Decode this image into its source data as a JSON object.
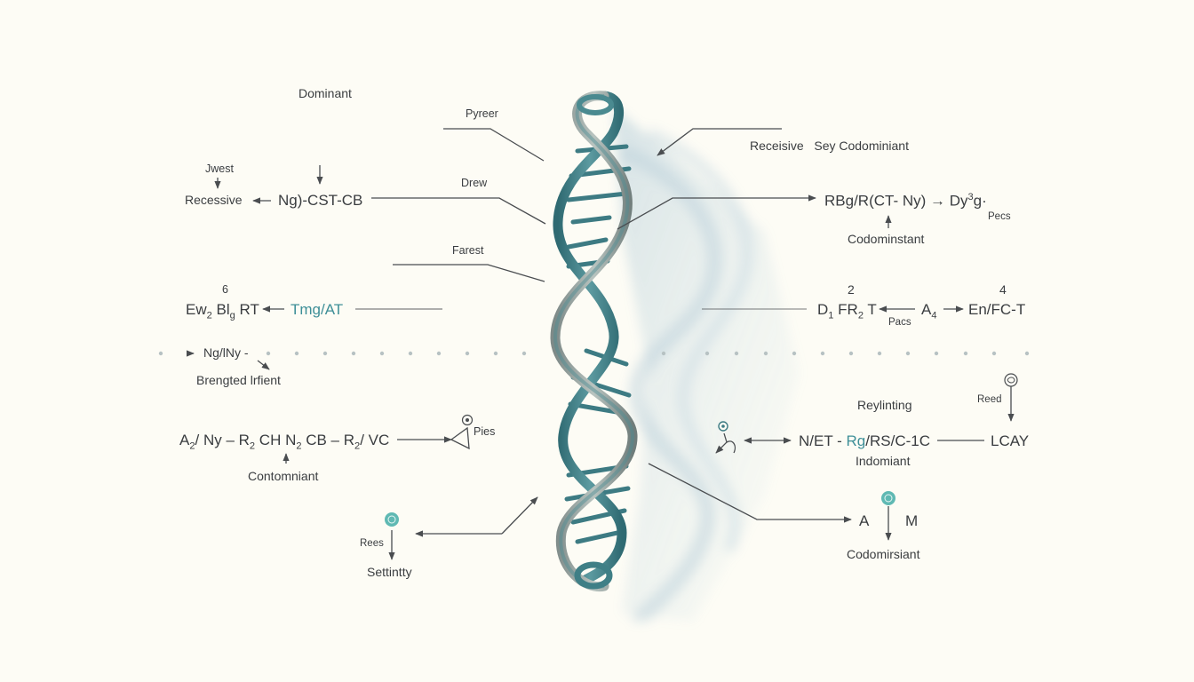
{
  "diagram": {
    "title": "DNA double helix allele diagram",
    "background_color": "#fdfcf5",
    "helix_color": "#3f7f86",
    "helix_highlight": "#8fb8bb",
    "shadow_color": "#a9c7d6",
    "line_color": "#4a4d50",
    "accent_teal": "#3e8f98",
    "icon_teal": "#5fb9b3"
  },
  "left": {
    "dominant": "Dominant",
    "pyreer": "Pyreer",
    "jwest": "Jwest",
    "recessive": "Recessive",
    "formula1": "Ng)-CST-CB",
    "drew": "Drew",
    "farest": "Farest",
    "num6": "6",
    "formula2_a": "Ew",
    "formula2_a_sub": "2",
    "formula2_b": "Bl",
    "formula2_b_sub": "g",
    "formula2_c": "RT",
    "formula2_teal": "Tmg/AT",
    "formula3": "Ng/lNy -",
    "brengted": "Brengted lrfient",
    "formula4_parts": [
      "A",
      "2",
      "/ Ny – R",
      "2",
      " CH N",
      "2",
      " CB – R",
      "2",
      "/ VC"
    ],
    "pies": "Pies",
    "contomniant": "Contomniant",
    "rees": "Rees",
    "settintty": "Settintty"
  },
  "right": {
    "recessive_row": "Receisive   Sey Codominiant",
    "formula1": "RBg/R(CT- Ny) → Dy",
    "formula1_sup": "3",
    "formula1_tail": "g·",
    "pecs1": "Pecs",
    "codominstant": "Codominstant",
    "num2": "2",
    "num4": "4",
    "formula2_a": "D",
    "formula2_a_sub": "1",
    "formula2_b": " FR",
    "formula2_b_sub": "2",
    "formula2_c": " T",
    "a4": "A",
    "a4_sub": "4",
    "formula3": "En/FC-T",
    "pacs": "Pacs",
    "reylinting": "Reylinting",
    "reed": "Reed",
    "formula4_a": "N/ET - ",
    "formula4_teal": "Rg",
    "formula4_b": "/RS/C-1C",
    "lcay": "LCAY",
    "indomiant": "Indomiant",
    "a_label": "A",
    "m_label": "M",
    "codomirsiant": "Codomirsiant"
  },
  "icons": {
    "small_circle_glyph": "⊛",
    "teal_dot_glyph": "✿"
  }
}
